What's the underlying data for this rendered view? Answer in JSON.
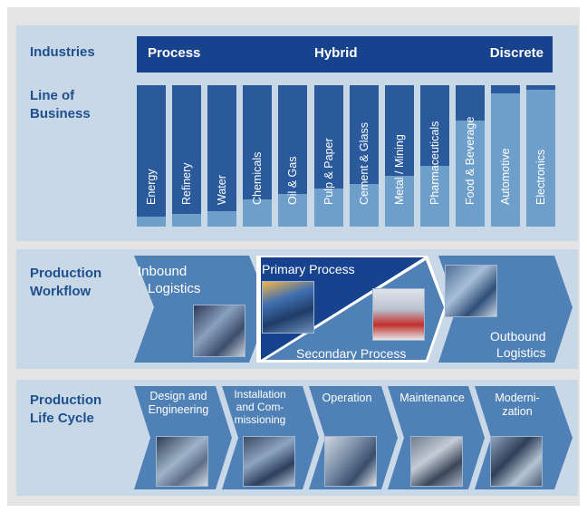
{
  "industries": {
    "label": "Industries",
    "segments": [
      "Process",
      "Hybrid",
      "Discrete"
    ]
  },
  "line_of_business": {
    "label_line1": "Line of",
    "label_line2": "Business",
    "items": [
      {
        "name": "Energy",
        "fill": 0.07
      },
      {
        "name": "Refinery",
        "fill": 0.09
      },
      {
        "name": "Water",
        "fill": 0.11
      },
      {
        "name": "Chemicals",
        "fill": 0.19
      },
      {
        "name": "Oil & Gas",
        "fill": 0.23
      },
      {
        "name": "Pulp & Paper",
        "fill": 0.27
      },
      {
        "name": "Cement & Glass",
        "fill": 0.3
      },
      {
        "name": "Metal / Mining",
        "fill": 0.36
      },
      {
        "name": "Pharmaceuticals",
        "fill": 0.43
      },
      {
        "name": "Food & Beverage",
        "fill": 0.75
      },
      {
        "name": "Automotive",
        "fill": 0.94
      },
      {
        "name": "Electronics",
        "fill": 0.97
      }
    ]
  },
  "production_workflow": {
    "label_line1": "Production",
    "label_line2": "Workflow",
    "inbound_line1": "Inbound",
    "inbound_line2": "Logistics",
    "primary": "Primary Process",
    "secondary": "Secondary Process",
    "outbound_line1": "Outbound",
    "outbound_line2": "Logistics"
  },
  "production_life_cycle": {
    "label_line1": "Production",
    "label_line2": "Life Cycle",
    "stages": [
      {
        "line1": "Design and",
        "line2": "Engineering",
        "line3": ""
      },
      {
        "line1": "Installation",
        "line2": "and Com-",
        "line3": "missioning"
      },
      {
        "line1": "Operation",
        "line2": "",
        "line3": ""
      },
      {
        "line1": "Maintenance",
        "line2": "",
        "line3": ""
      },
      {
        "line1": "Moderni-",
        "line2": "zation",
        "line3": ""
      }
    ]
  },
  "colors": {
    "dark_blue": "#17428e",
    "mid_blue": "#2a5a9c",
    "light_blue": "#6e9fcb",
    "panel": "#c9d8e7",
    "label": "#1f4f8f"
  }
}
